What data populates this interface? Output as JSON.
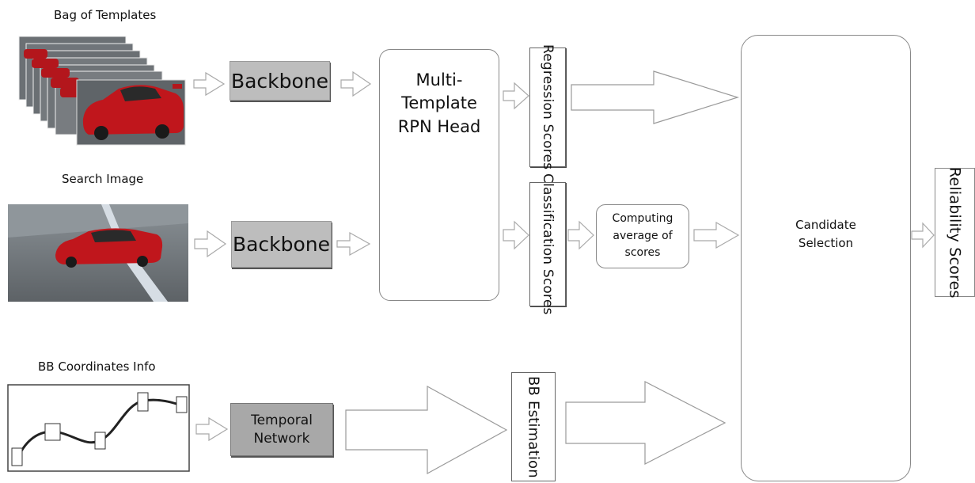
{
  "labels": {
    "bag_of_templates": "Bag of Templates",
    "search_image": "Search Image",
    "bb_coordinates_info": "BB Coordinates Info"
  },
  "boxes": {
    "backbone_top": "Backbone",
    "backbone_bottom": "Backbone",
    "rpn_head_line1": "Multi-",
    "rpn_head_line2": "Template",
    "rpn_head_line3": "RPN Head",
    "regression_scores": "Regression Scores",
    "classification_scores": "Classification Scores",
    "computing_line1": "Computing",
    "computing_line2": "average of",
    "computing_line3": "scores",
    "candidate_line1": "Candidate",
    "candidate_line2": "Selection",
    "reliability_scores": "Reliability Scores",
    "temporal_line1": "Temporal",
    "temporal_line2": "Network",
    "bb_estimation": "BB Estimation"
  },
  "colors": {
    "car_red": "#c0161c",
    "asphalt": "#6b7074",
    "backbone_fill": "#bdbdbd",
    "temporal_fill": "#a8a8a8"
  }
}
